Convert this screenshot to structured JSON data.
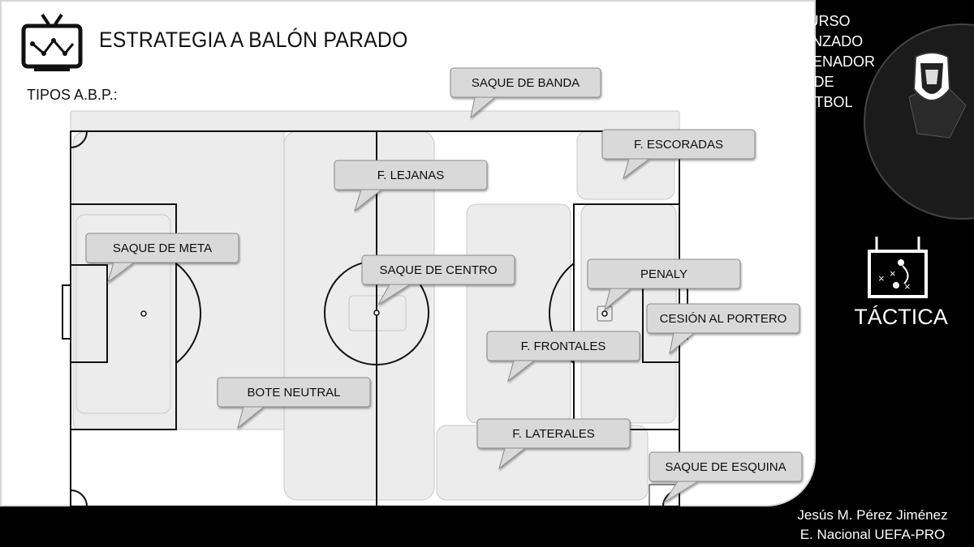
{
  "header": {
    "title": "ESTRATEGIA A BALÓN PARADO",
    "subtitle": "TIPOS A.B.P.:",
    "tv_icon": "tv-chart-icon"
  },
  "course": {
    "lines": [
      "CURSO  AVANZADO",
      "ENTRENADOR",
      "DE",
      "FÚTBOL"
    ],
    "logo_icon": "club-crest-icon"
  },
  "section": {
    "label": "TÁCTICA",
    "icon": "tactics-board-icon"
  },
  "author": {
    "name": "Jesús M. Pérez Jiménez",
    "role": "E. Nacional UEFA-PRO"
  },
  "callouts": [
    {
      "id": "saque-de-banda",
      "label": "SAQUE DE BANDA"
    },
    {
      "id": "f-escoradas",
      "label": "F. ESCORADAS"
    },
    {
      "id": "f-lejanas",
      "label": "F. LEJANAS"
    },
    {
      "id": "saque-de-meta",
      "label": "SAQUE DE META"
    },
    {
      "id": "saque-de-centro",
      "label": "SAQUE DE CENTRO"
    },
    {
      "id": "penaly",
      "label": "PENALY"
    },
    {
      "id": "cesion-al-portero",
      "label": "CESIÓN AL PORTERO"
    },
    {
      "id": "f-frontales",
      "label": "F. FRONTALES"
    },
    {
      "id": "bote-neutral",
      "label": "BOTE NEUTRAL"
    },
    {
      "id": "f-laterales",
      "label": "F. LATERALES"
    },
    {
      "id": "saque-de-esquina",
      "label": "SAQUE DE ESQUINA"
    }
  ],
  "colors": {
    "callout_fill": "#d9d9d9",
    "zone_fill": "#ececec",
    "background": "#000000",
    "panel": "#ffffff"
  }
}
